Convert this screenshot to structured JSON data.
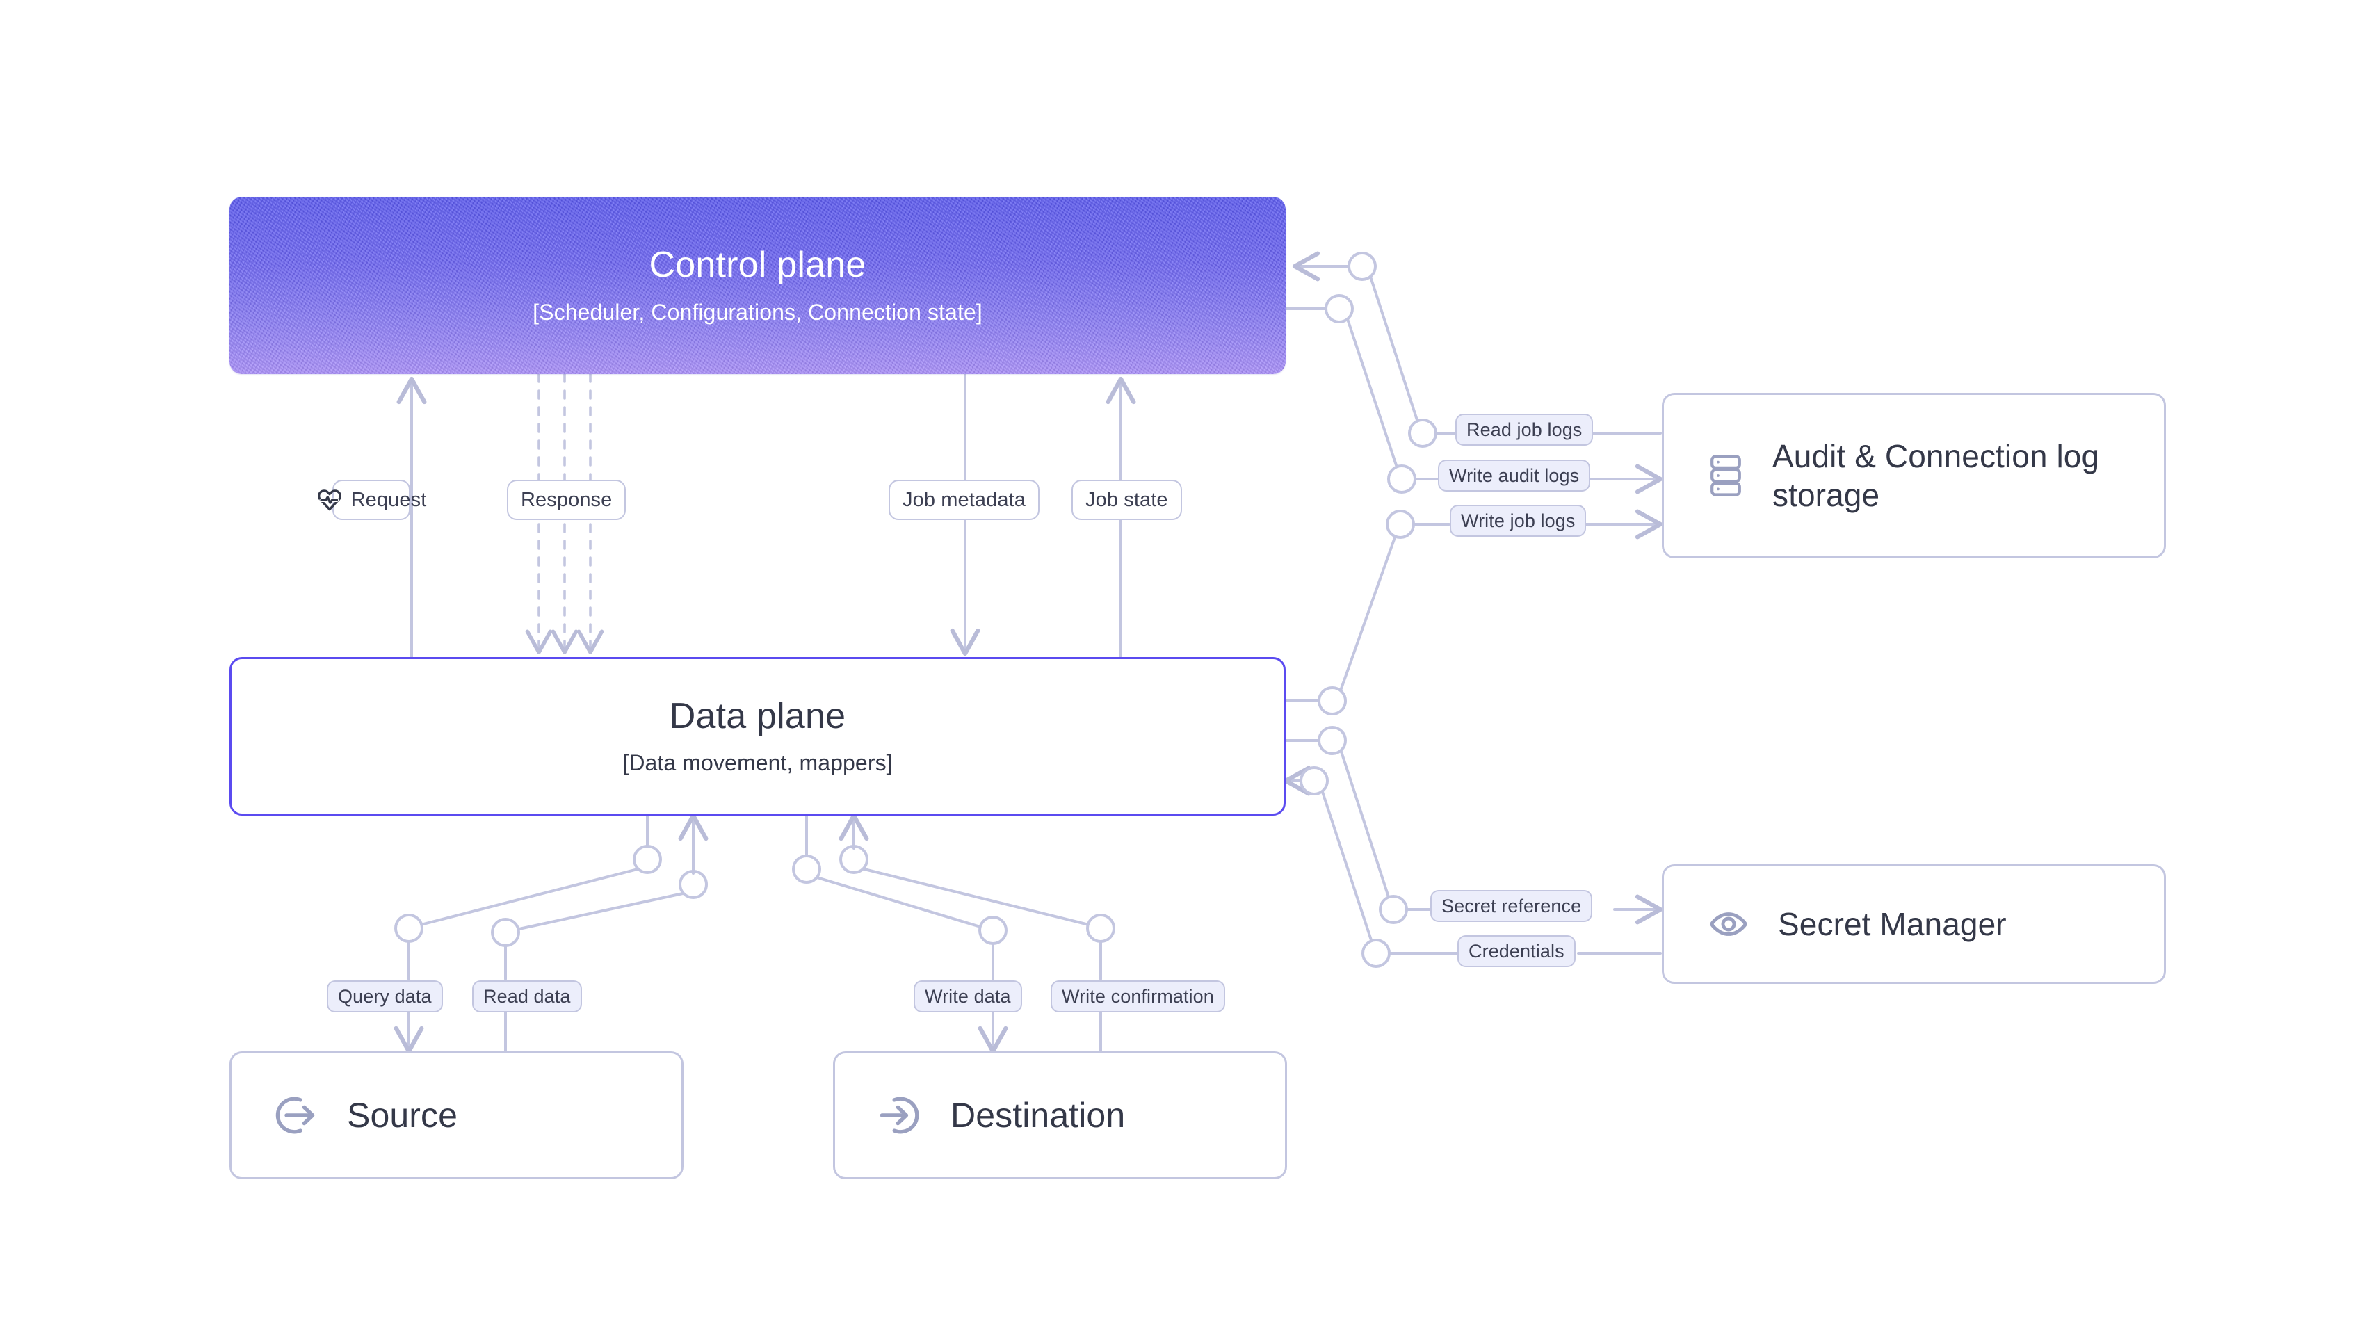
{
  "diagram": {
    "title": "Data pipeline control plane / data plane architecture",
    "background_color": "#ffffff",
    "accent_color": "#5b4bf0",
    "line_color": "#c3c6e0",
    "pill_fill_lavender": "#eceefb",
    "pill_fill_white": "#ffffff",
    "text_color": "#3c3f52",
    "gradient_from": "#5a58f2",
    "gradient_to": "#a98efc"
  },
  "nodes": {
    "control_plane": {
      "title": "Control plane",
      "subtitle": "[Scheduler, Configurations, Connection state]"
    },
    "data_plane": {
      "title": "Data plane",
      "subtitle": "[Data movement, mappers]"
    },
    "audit_storage": {
      "label": "Audit & Connection log storage",
      "icon": "database-stack-icon"
    },
    "secret_manager": {
      "label": "Secret Manager",
      "icon": "eye-icon"
    },
    "source": {
      "label": "Source",
      "icon": "arrow-exit-circle-icon"
    },
    "destination": {
      "label": "Destination",
      "icon": "arrow-enter-circle-icon"
    }
  },
  "edge_labels": {
    "request": {
      "text": "Request",
      "icon": "heart-pulse-icon",
      "style": "white"
    },
    "response": {
      "text": "Response",
      "style": "white"
    },
    "job_metadata": {
      "text": "Job metadata",
      "style": "white"
    },
    "job_state": {
      "text": "Job state",
      "style": "white"
    },
    "read_job_logs": {
      "text": "Read job logs",
      "style": "lavender"
    },
    "write_audit_logs": {
      "text": "Write audit logs",
      "style": "lavender"
    },
    "write_job_logs": {
      "text": "Write job logs",
      "style": "lavender"
    },
    "secret_reference": {
      "text": "Secret reference",
      "style": "lavender"
    },
    "credentials": {
      "text": "Credentials",
      "style": "lavender"
    },
    "query_data": {
      "text": "Query data",
      "style": "lavender"
    },
    "read_data": {
      "text": "Read data",
      "style": "lavender"
    },
    "write_data": {
      "text": "Write data",
      "style": "lavender"
    },
    "write_confirmation": {
      "text": "Write confirmation",
      "style": "lavender"
    }
  },
  "flows": [
    {
      "from": "data_plane",
      "to": "control_plane",
      "label": "Request",
      "direction": "up",
      "line": "solid"
    },
    {
      "from": "control_plane",
      "to": "data_plane",
      "label": "Response",
      "direction": "down",
      "line": "dashed"
    },
    {
      "from": "control_plane",
      "to": "data_plane",
      "label": "Job metadata",
      "direction": "down",
      "line": "solid"
    },
    {
      "from": "data_plane",
      "to": "control_plane",
      "label": "Job state",
      "direction": "up",
      "line": "solid"
    },
    {
      "from": "audit_storage",
      "to": "control_plane",
      "label": "Read job logs",
      "direction": "left",
      "line": "solid"
    },
    {
      "from": "control_plane",
      "to": "audit_storage",
      "label": "Write audit logs",
      "direction": "right",
      "line": "solid"
    },
    {
      "from": "data_plane",
      "to": "audit_storage",
      "label": "Write job logs",
      "direction": "right",
      "line": "solid"
    },
    {
      "from": "data_plane",
      "to": "secret_manager",
      "label": "Secret reference",
      "direction": "right",
      "line": "solid"
    },
    {
      "from": "secret_manager",
      "to": "data_plane",
      "label": "Credentials",
      "direction": "left",
      "line": "solid"
    },
    {
      "from": "data_plane",
      "to": "source",
      "label": "Query data",
      "direction": "down",
      "line": "solid"
    },
    {
      "from": "source",
      "to": "data_plane",
      "label": "Read data",
      "direction": "up",
      "line": "solid"
    },
    {
      "from": "data_plane",
      "to": "destination",
      "label": "Write data",
      "direction": "down",
      "line": "solid"
    },
    {
      "from": "destination",
      "to": "data_plane",
      "label": "Write confirmation",
      "direction": "up",
      "line": "solid"
    }
  ]
}
